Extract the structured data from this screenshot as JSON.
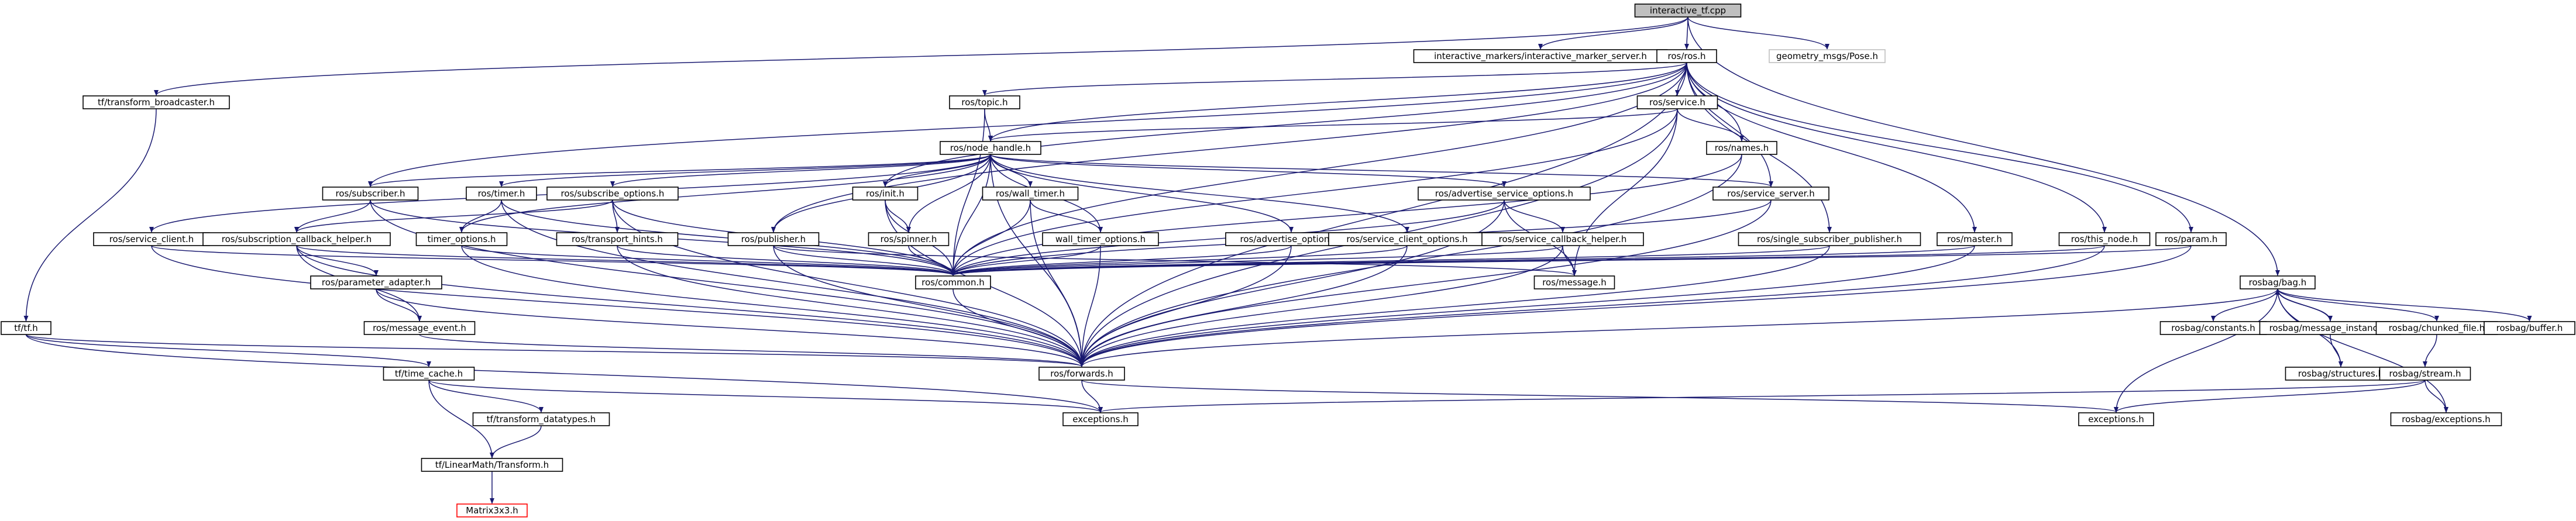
{
  "graph": {
    "nodes": [
      {
        "id": "interactive_tf",
        "label": "interactive_tf.cpp",
        "style": "root"
      },
      {
        "id": "im_server",
        "label": "interactive_markers/interactive_marker_server.h",
        "style": "normal"
      },
      {
        "id": "ros",
        "label": "ros/ros.h",
        "style": "normal"
      },
      {
        "id": "pose",
        "label": "geometry_msgs/Pose.h",
        "style": "gray"
      },
      {
        "id": "tf_broadcaster",
        "label": "tf/transform_broadcaster.h",
        "style": "normal"
      },
      {
        "id": "rosbag_bag",
        "label": "rosbag/bag.h",
        "style": "normal"
      },
      {
        "id": "topic",
        "label": "ros/topic.h",
        "style": "normal"
      },
      {
        "id": "service",
        "label": "ros/service.h",
        "style": "normal"
      },
      {
        "id": "node_handle",
        "label": "ros/node_handle.h",
        "style": "normal"
      },
      {
        "id": "names",
        "label": "ros/names.h",
        "style": "normal"
      },
      {
        "id": "subscriber",
        "label": "ros/subscriber.h",
        "style": "normal"
      },
      {
        "id": "timer",
        "label": "ros/timer.h",
        "style": "normal"
      },
      {
        "id": "subscribe_options",
        "label": "ros/subscribe_options.h",
        "style": "normal"
      },
      {
        "id": "init",
        "label": "ros/init.h",
        "style": "normal"
      },
      {
        "id": "wall_timer",
        "label": "ros/wall_timer.h",
        "style": "normal"
      },
      {
        "id": "advertise_service_options",
        "label": "ros/advertise_service_options.h",
        "style": "normal"
      },
      {
        "id": "service_server",
        "label": "ros/service_server.h",
        "style": "normal"
      },
      {
        "id": "service_client",
        "label": "ros/service_client.h",
        "style": "normal"
      },
      {
        "id": "sub_cb_helper",
        "label": "ros/subscription_callback_helper.h",
        "style": "normal"
      },
      {
        "id": "timer_options",
        "label": "timer_options.h",
        "style": "normal"
      },
      {
        "id": "transport_hints",
        "label": "ros/transport_hints.h",
        "style": "normal"
      },
      {
        "id": "publisher",
        "label": "ros/publisher.h",
        "style": "normal"
      },
      {
        "id": "spinner",
        "label": "ros/spinner.h",
        "style": "normal"
      },
      {
        "id": "wall_timer_options",
        "label": "wall_timer_options.h",
        "style": "normal"
      },
      {
        "id": "advertise_options",
        "label": "ros/advertise_options.h",
        "style": "normal"
      },
      {
        "id": "service_client_options",
        "label": "ros/service_client_options.h",
        "style": "normal"
      },
      {
        "id": "service_callback_helper",
        "label": "ros/service_callback_helper.h",
        "style": "normal"
      },
      {
        "id": "single_sub_pub",
        "label": "ros/single_subscriber_publisher.h",
        "style": "normal"
      },
      {
        "id": "master",
        "label": "ros/master.h",
        "style": "normal"
      },
      {
        "id": "this_node",
        "label": "ros/this_node.h",
        "style": "normal"
      },
      {
        "id": "param",
        "label": "ros/param.h",
        "style": "normal"
      },
      {
        "id": "parameter_adapter",
        "label": "ros/parameter_adapter.h",
        "style": "normal"
      },
      {
        "id": "common",
        "label": "ros/common.h",
        "style": "normal"
      },
      {
        "id": "message",
        "label": "ros/message.h",
        "style": "normal"
      },
      {
        "id": "message_event",
        "label": "ros/message_event.h",
        "style": "normal"
      },
      {
        "id": "tf_tf",
        "label": "tf/tf.h",
        "style": "normal"
      },
      {
        "id": "forwards",
        "label": "ros/forwards.h",
        "style": "normal"
      },
      {
        "id": "time_cache",
        "label": "tf/time_cache.h",
        "style": "normal"
      },
      {
        "id": "exceptions1",
        "label": "exceptions.h",
        "style": "normal"
      },
      {
        "id": "exceptions2",
        "label": "exceptions.h",
        "style": "normal"
      },
      {
        "id": "transform_datatypes",
        "label": "tf/transform_datatypes.h",
        "style": "normal"
      },
      {
        "id": "linearmath",
        "label": "tf/LinearMath/Transform.h",
        "style": "normal"
      },
      {
        "id": "matrix3x3",
        "label": "Matrix3x3.h",
        "style": "red"
      },
      {
        "id": "rosbag_constants",
        "label": "rosbag/constants.h",
        "style": "normal"
      },
      {
        "id": "rosbag_msg_instance",
        "label": "rosbag/message_instance.h",
        "style": "normal"
      },
      {
        "id": "rosbag_chunked_file",
        "label": "rosbag/chunked_file.h",
        "style": "normal"
      },
      {
        "id": "rosbag_buffer",
        "label": "rosbag/buffer.h",
        "style": "normal"
      },
      {
        "id": "rosbag_structures",
        "label": "rosbag/structures.h",
        "style": "normal"
      },
      {
        "id": "rosbag_stream",
        "label": "rosbag/stream.h",
        "style": "normal"
      },
      {
        "id": "rosbag_exceptions",
        "label": "rosbag/exceptions.h",
        "style": "normal"
      }
    ],
    "edges": [
      [
        "interactive_tf",
        "im_server"
      ],
      [
        "interactive_tf",
        "ros"
      ],
      [
        "interactive_tf",
        "pose"
      ],
      [
        "interactive_tf",
        "tf_broadcaster"
      ],
      [
        "interactive_tf",
        "rosbag_bag"
      ],
      [
        "ros",
        "topic"
      ],
      [
        "ros",
        "service"
      ],
      [
        "ros",
        "node_handle"
      ],
      [
        "ros",
        "names"
      ],
      [
        "ros",
        "subscriber"
      ],
      [
        "ros",
        "init"
      ],
      [
        "ros",
        "service_server"
      ],
      [
        "ros",
        "publisher"
      ],
      [
        "ros",
        "single_sub_pub"
      ],
      [
        "ros",
        "master"
      ],
      [
        "ros",
        "this_node"
      ],
      [
        "ros",
        "param"
      ],
      [
        "ros",
        "common"
      ],
      [
        "ros",
        "forwards"
      ],
      [
        "topic",
        "node_handle"
      ],
      [
        "topic",
        "common"
      ],
      [
        "service",
        "names"
      ],
      [
        "service",
        "node_handle"
      ],
      [
        "service",
        "common"
      ],
      [
        "service",
        "message"
      ],
      [
        "service",
        "forwards"
      ],
      [
        "names",
        "common"
      ],
      [
        "names",
        "forwards"
      ],
      [
        "node_handle",
        "subscriber"
      ],
      [
        "node_handle",
        "timer"
      ],
      [
        "node_handle",
        "subscribe_options"
      ],
      [
        "node_handle",
        "init"
      ],
      [
        "node_handle",
        "wall_timer"
      ],
      [
        "node_handle",
        "advertise_service_options"
      ],
      [
        "node_handle",
        "service_server"
      ],
      [
        "node_handle",
        "service_client"
      ],
      [
        "node_handle",
        "timer_options"
      ],
      [
        "node_handle",
        "publisher"
      ],
      [
        "node_handle",
        "spinner"
      ],
      [
        "node_handle",
        "wall_timer_options"
      ],
      [
        "node_handle",
        "advertise_options"
      ],
      [
        "node_handle",
        "service_client_options"
      ],
      [
        "node_handle",
        "common"
      ],
      [
        "node_handle",
        "forwards"
      ],
      [
        "subscriber",
        "sub_cb_helper"
      ],
      [
        "subscriber",
        "common"
      ],
      [
        "subscriber",
        "forwards"
      ],
      [
        "timer",
        "timer_options"
      ],
      [
        "timer",
        "common"
      ],
      [
        "timer",
        "forwards"
      ],
      [
        "subscribe_options",
        "transport_hints"
      ],
      [
        "subscribe_options",
        "sub_cb_helper"
      ],
      [
        "subscribe_options",
        "common"
      ],
      [
        "subscribe_options",
        "forwards"
      ],
      [
        "init",
        "spinner"
      ],
      [
        "init",
        "common"
      ],
      [
        "init",
        "forwards"
      ],
      [
        "wall_timer",
        "wall_timer_options"
      ],
      [
        "wall_timer",
        "common"
      ],
      [
        "wall_timer",
        "forwards"
      ],
      [
        "advertise_service_options",
        "service_callback_helper"
      ],
      [
        "advertise_service_options",
        "common"
      ],
      [
        "advertise_service_options",
        "forwards"
      ],
      [
        "advertise_service_options",
        "message"
      ],
      [
        "service_server",
        "common"
      ],
      [
        "service_server",
        "forwards"
      ],
      [
        "service_client",
        "common"
      ],
      [
        "service_client",
        "forwards"
      ],
      [
        "sub_cb_helper",
        "parameter_adapter"
      ],
      [
        "sub_cb_helper",
        "message_event"
      ],
      [
        "sub_cb_helper",
        "common"
      ],
      [
        "sub_cb_helper",
        "forwards"
      ],
      [
        "timer_options",
        "common"
      ],
      [
        "timer_options",
        "forwards"
      ],
      [
        "transport_hints",
        "common"
      ],
      [
        "transport_hints",
        "forwards"
      ],
      [
        "publisher",
        "message"
      ],
      [
        "publisher",
        "common"
      ],
      [
        "publisher",
        "forwards"
      ],
      [
        "spinner",
        "common"
      ],
      [
        "wall_timer_options",
        "common"
      ],
      [
        "wall_timer_options",
        "forwards"
      ],
      [
        "advertise_options",
        "common"
      ],
      [
        "advertise_options",
        "forwards"
      ],
      [
        "service_client_options",
        "common"
      ],
      [
        "service_client_options",
        "forwards"
      ],
      [
        "service_callback_helper",
        "common"
      ],
      [
        "service_callback_helper",
        "message"
      ],
      [
        "service_callback_helper",
        "forwards"
      ],
      [
        "single_sub_pub",
        "common"
      ],
      [
        "single_sub_pub",
        "forwards"
      ],
      [
        "master",
        "common"
      ],
      [
        "master",
        "forwards"
      ],
      [
        "this_node",
        "common"
      ],
      [
        "this_node",
        "forwards"
      ],
      [
        "param",
        "common"
      ],
      [
        "param",
        "forwards"
      ],
      [
        "parameter_adapter",
        "message_event"
      ],
      [
        "parameter_adapter",
        "forwards"
      ],
      [
        "message_event",
        "forwards"
      ],
      [
        "common",
        "forwards"
      ],
      [
        "forwards",
        "exceptions1"
      ],
      [
        "forwards",
        "exceptions2"
      ],
      [
        "tf_broadcaster",
        "tf_tf"
      ],
      [
        "tf_tf",
        "time_cache"
      ],
      [
        "tf_tf",
        "forwards"
      ],
      [
        "tf_tf",
        "exceptions1"
      ],
      [
        "time_cache",
        "transform_datatypes"
      ],
      [
        "time_cache",
        "linearmath"
      ],
      [
        "time_cache",
        "exceptions1"
      ],
      [
        "transform_datatypes",
        "linearmath"
      ],
      [
        "linearmath",
        "matrix3x3"
      ],
      [
        "rosbag_bag",
        "rosbag_constants"
      ],
      [
        "rosbag_bag",
        "rosbag_msg_instance"
      ],
      [
        "rosbag_bag",
        "rosbag_chunked_file"
      ],
      [
        "rosbag_bag",
        "rosbag_buffer"
      ],
      [
        "rosbag_bag",
        "rosbag_structures"
      ],
      [
        "rosbag_bag",
        "rosbag_exceptions"
      ],
      [
        "rosbag_bag",
        "exceptions2"
      ],
      [
        "rosbag_bag",
        "forwards"
      ],
      [
        "rosbag_msg_instance",
        "rosbag_bag"
      ],
      [
        "rosbag_msg_instance",
        "rosbag_structures"
      ],
      [
        "rosbag_chunked_file",
        "rosbag_stream"
      ],
      [
        "rosbag_stream",
        "rosbag_exceptions"
      ],
      [
        "rosbag_stream",
        "exceptions2"
      ],
      [
        "rosbag_stream",
        "exceptions1"
      ]
    ]
  },
  "colors": {
    "edge": "#191970",
    "root_fill": "#bfbfbf",
    "node_border": "#000000",
    "gray_border": "#bfbfbf",
    "red_border": "#ff0000"
  }
}
